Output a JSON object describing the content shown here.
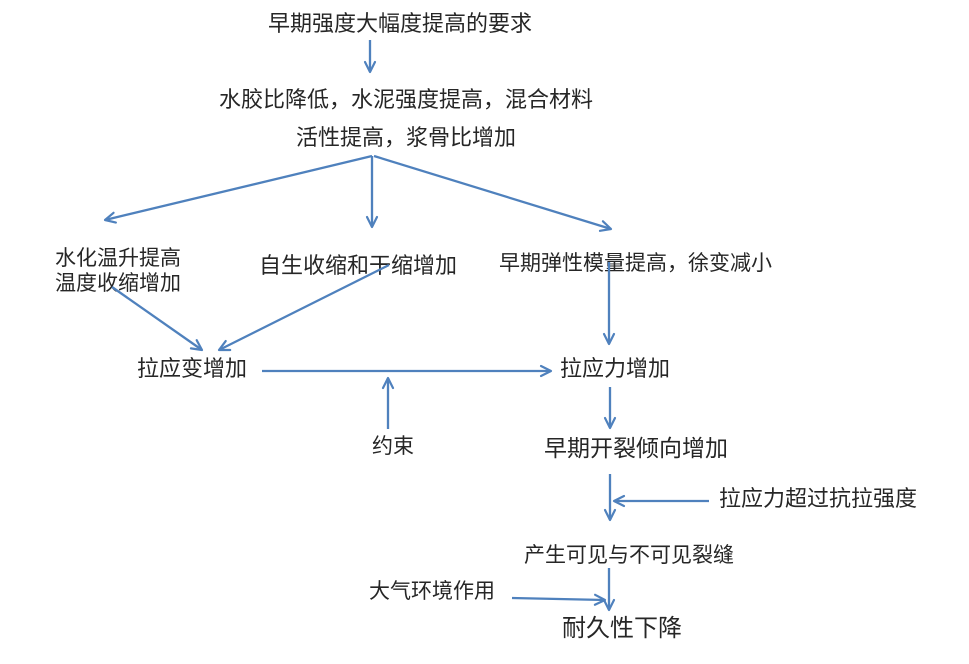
{
  "diagram": {
    "colors": {
      "arrow": "#4f81bd",
      "text": "#262626",
      "background": "#ffffff"
    },
    "nodes": {
      "requirement": "早期强度大幅度提高的要求",
      "mix_line1": "水胶比降低，水泥强度提高，混合材料",
      "mix_line2": "活性提高，浆骨比增加",
      "hydration_line1": "水化温升提高",
      "hydration_line2": "温度收缩增加",
      "shrinkage": "自生收缩和干缩增加",
      "modulus": "早期弹性模量提高，徐变减小",
      "tensile_strain": "拉应变增加",
      "tensile_stress": "拉应力增加",
      "restraint": "约束",
      "cracking_tendency": "早期开裂倾向增加",
      "stress_exceeds_strength": "拉应力超过抗拉强度",
      "cracks": "产生可见与不可见裂缝",
      "atmosphere": "大气环境作用",
      "durability": "耐久性下降"
    },
    "edges": [
      {
        "from": "requirement",
        "to": "mix"
      },
      {
        "from": "mix",
        "to": "hydration"
      },
      {
        "from": "mix",
        "to": "shrinkage"
      },
      {
        "from": "mix",
        "to": "modulus"
      },
      {
        "from": "hydration",
        "to": "tensile_strain"
      },
      {
        "from": "shrinkage",
        "to": "tensile_strain"
      },
      {
        "from": "tensile_strain",
        "to": "tensile_stress"
      },
      {
        "from": "restraint",
        "to": "tensile_stress"
      },
      {
        "from": "modulus",
        "to": "tensile_stress"
      },
      {
        "from": "tensile_stress",
        "to": "cracking_tendency"
      },
      {
        "from": "cracking_tendency",
        "to": "cracks"
      },
      {
        "from": "stress_exceeds_strength",
        "to": "cracks"
      },
      {
        "from": "cracks",
        "to": "durability"
      },
      {
        "from": "atmosphere",
        "to": "durability"
      }
    ]
  }
}
